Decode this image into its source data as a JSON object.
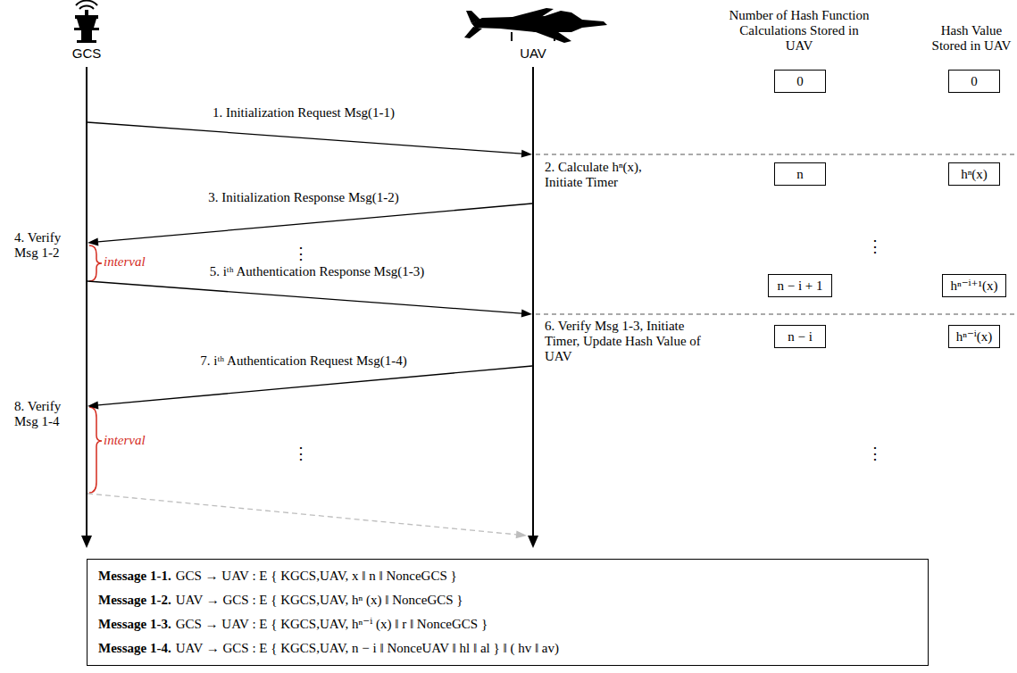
{
  "diagram": {
    "nodes": [
      {
        "text": [
          "GCS"
        ]
      },
      {
        "text": [
          "UAV"
        ]
      },
      {
        "text": [
          "0"
        ]
      },
      {
        "text": [
          "0"
        ]
      },
      {
        "text": [
          "n"
        ]
      },
      {
        "text": [
          "hⁿ(x)"
        ]
      },
      {
        "text": [
          "n − i + 1"
        ]
      },
      {
        "text": [
          "hⁿ⁻ⁱ⁺¹(x)"
        ]
      },
      {
        "text": [
          "n − i"
        ]
      },
      {
        "text": [
          "hⁿ⁻ⁱ(x)"
        ]
      },
      {
        "text": [
          "Message 1-1.",
          "GCS → UAV : E { KGCS,UAV, x ‖ n ‖ NonceGCS }",
          "Message 1-2.",
          "UAV → GCS : E { KGCS,UAV, hⁿ (x) ‖ NonceGCS }",
          "Message 1-3.",
          "GCS → UAV : E { KGCS,UAV, hⁿ⁻ⁱ (x) ‖ r ‖ NonceGCS }",
          "Message 1-4.",
          "UAV → GCS : E { KGCS,UAV, n − i ‖ NonceUAV ‖ hl ‖ al } ‖ ( hv ‖ av)"
        ]
      }
    ],
    "edges": [
      {
        "from": 0,
        "to": 1,
        "arrow": "to",
        "label": "1. Initialization Request Msg(1-1)"
      },
      {
        "from": 1,
        "to": 0,
        "arrow": "to",
        "label": "3. Initialization Response Msg(1-2)"
      },
      {
        "from": 0,
        "to": 1,
        "arrow": "to",
        "label": "5. iᵗʰ Authentication Response Msg(1-3)"
      },
      {
        "from": 1,
        "to": 0,
        "arrow": "to",
        "label": "7. iᵗʰ Authentication Request Msg(1-4)"
      },
      {
        "from": 0,
        "to": 1,
        "arrow": "to"
      }
    ],
    "labels": [
      "Number of Hash Function Calculations Stored in UAV",
      "Hash Value Stored in UAV",
      "2. Calculate hⁿ(x), Initiate Timer",
      "4. Verify Msg 1-2",
      "interval",
      "⋮",
      "⋮",
      "6. Verify Msg 1-3, Initiate Timer, Update Hash Value of UAV",
      "8. Verify Msg 1-4",
      "interval",
      "⋮",
      "⋮"
    ]
  }
}
